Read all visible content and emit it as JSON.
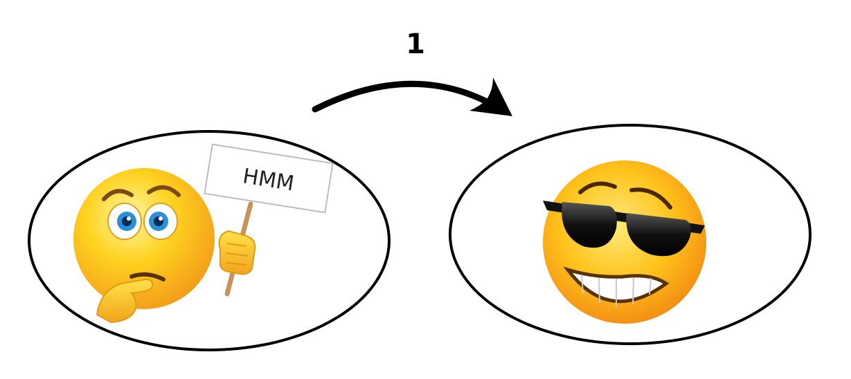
{
  "diagram": {
    "step_label": "1",
    "left_node": {
      "emoji": "thinking-face-holding-sign",
      "sign_text": "HMM"
    },
    "right_node": {
      "emoji": "smiling-face-with-sunglasses"
    },
    "arrow": {
      "from": "left_node",
      "to": "right_node"
    },
    "colors": {
      "outline": "#000000",
      "emoji_yellow": "#ffd21f",
      "emoji_orange": "#f29a1a",
      "eye_blue": "#2b8fd6"
    }
  }
}
